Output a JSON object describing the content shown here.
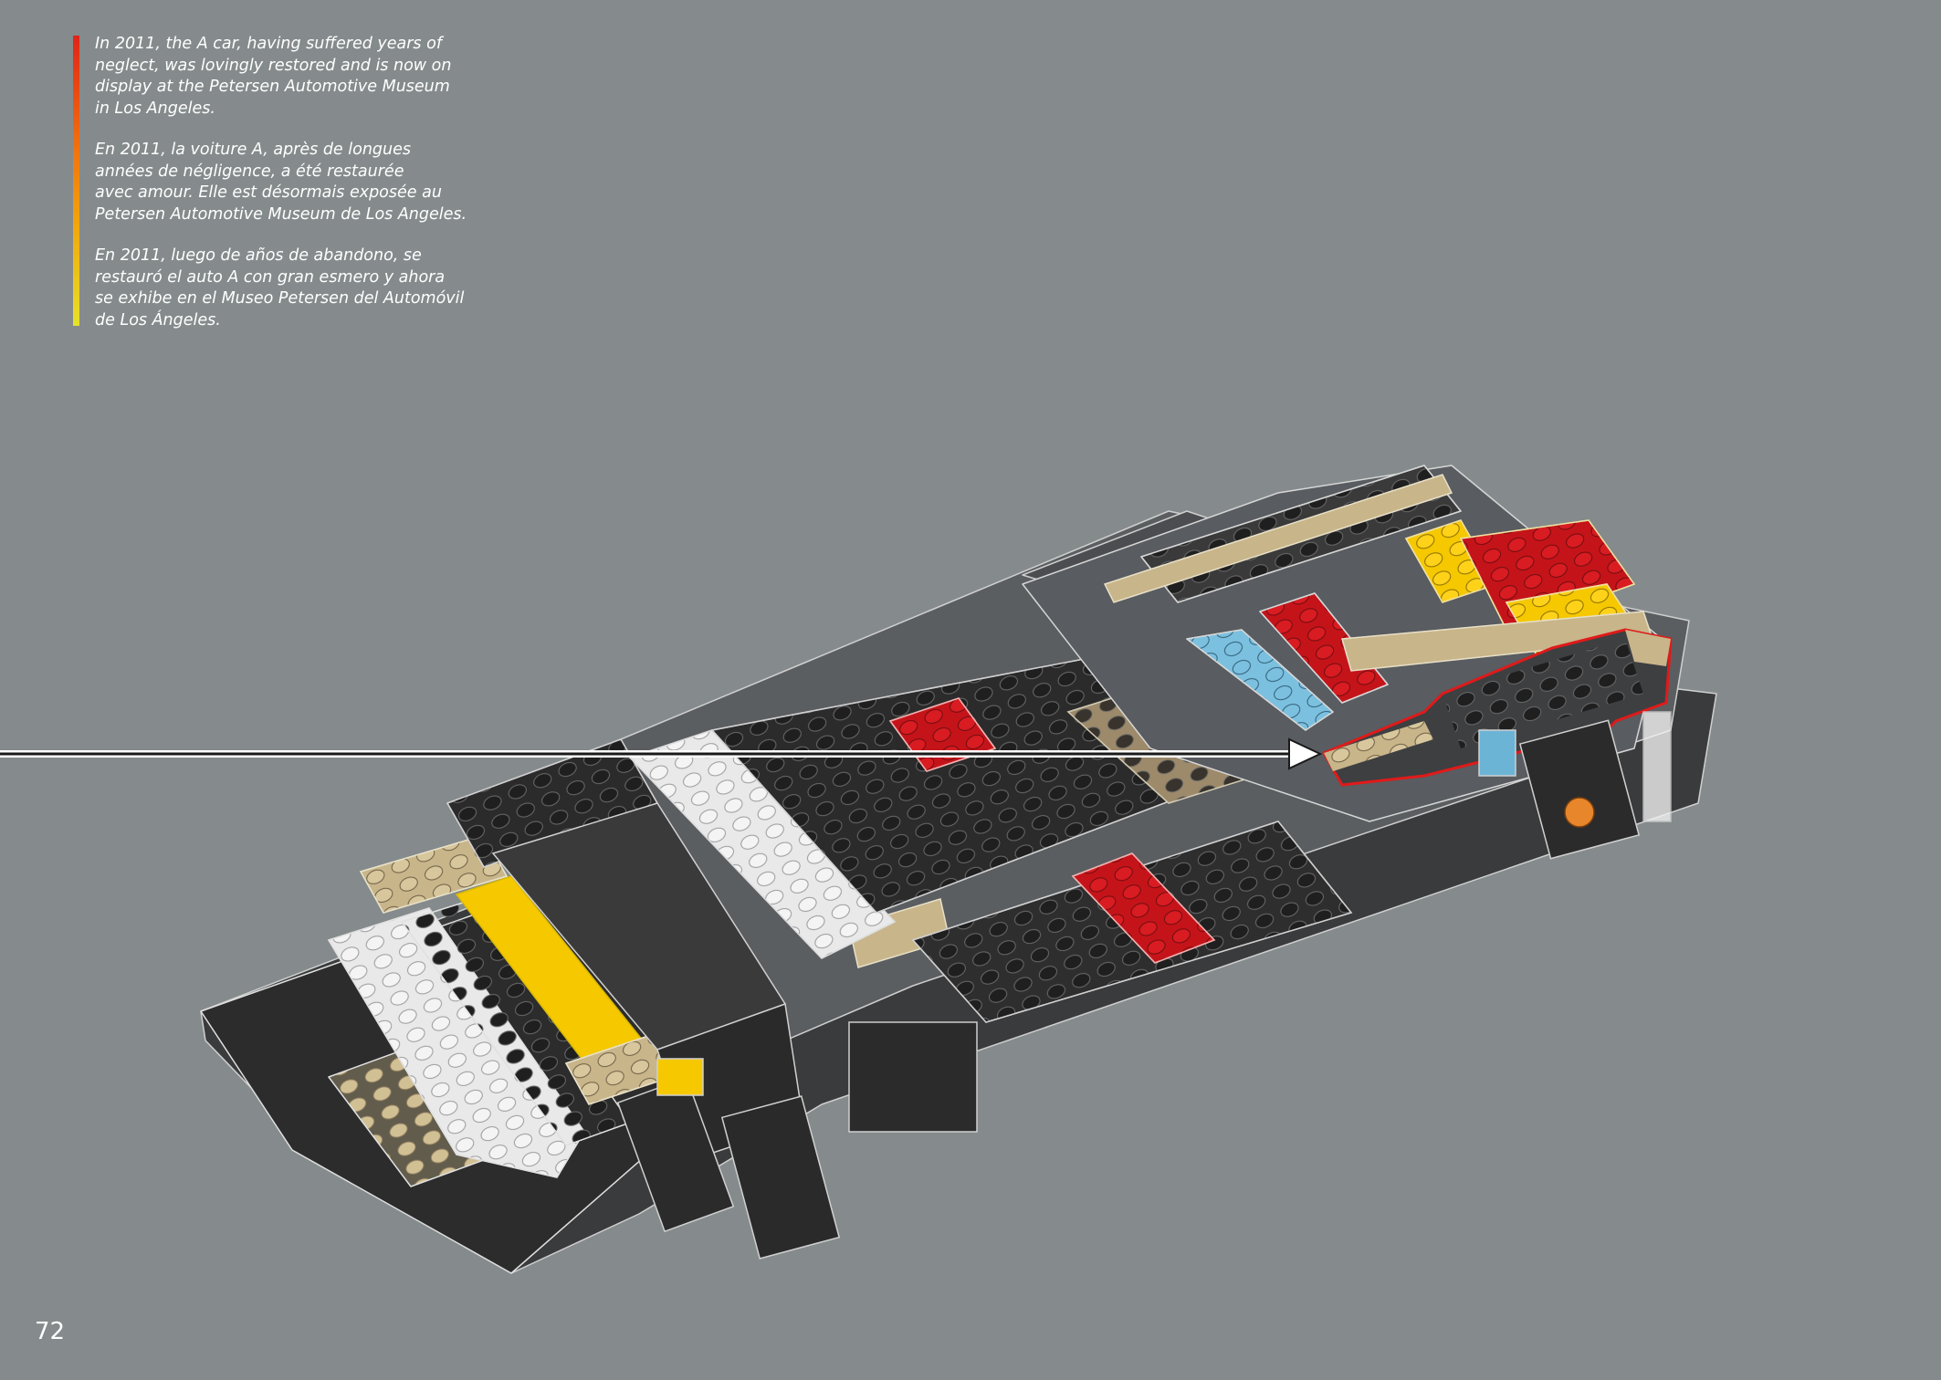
{
  "fact_box": {
    "accent_gradient": [
      "#e02418",
      "#ef6a10",
      "#f2a50c",
      "#e6e22a"
    ],
    "paragraphs": [
      "In 2011, the A car, having suffered years of\nneglect, was lovingly restored and is now on\ndisplay at the Petersen Automotive Museum\nin Los Angeles.",
      "En 2011, la voiture A, après de longues\nannées de négligence, a été restaurée\navec amour. Elle est désormais exposée au\nPetersen Automotive Museum de Los Angeles.",
      "En 2011, luego de años de abandono, se\nrestauró el auto A con gran esmero y ahora\nse exhibe en el Museo Petersen del Automóvil\nde Los Ángeles."
    ]
  },
  "illustration": {
    "subject": "lego-chassis-assembly",
    "colors": {
      "background": "#858b8c",
      "dark_bluish_gray": "#5a5d60",
      "black": "#2b2b2b",
      "tan": "#c8b58a",
      "dark_tan": "#9d8a6a",
      "white": "#eeeeee",
      "yellow": "#f5c800",
      "red": "#c4141a",
      "medium_azure": "#6cb4d6",
      "orange": "#e7862a",
      "highlight_outline": "#e01a1a"
    },
    "pointer": "arrow-right-icon"
  },
  "footer": {
    "page_number": "72"
  }
}
